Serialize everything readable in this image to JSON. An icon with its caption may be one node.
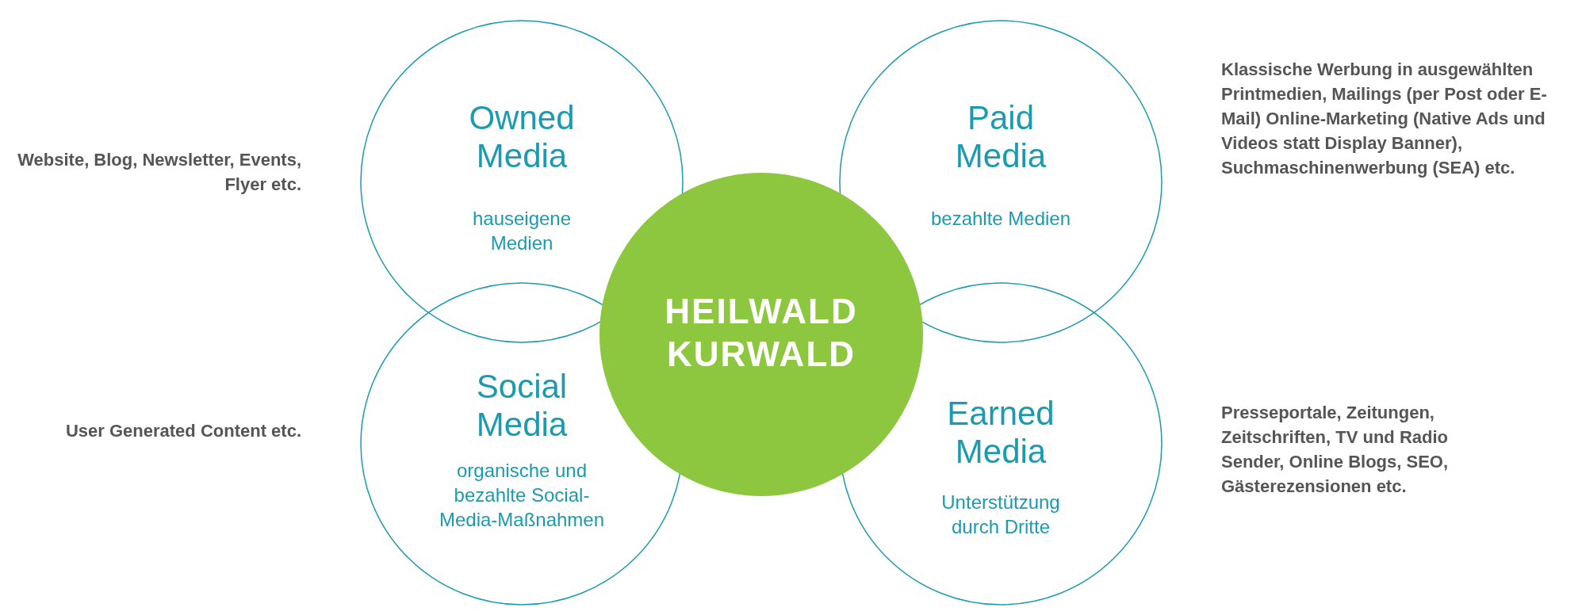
{
  "diagram": {
    "nodes": [
      {
        "text": [
          "Owned Media",
          "hauseigene Medien"
        ],
        "beside": [
          "Website, Blog, Newsletter, Events, Flyer etc."
        ]
      },
      {
        "text": [
          "Paid Media",
          "bezahlte Medien"
        ],
        "beside": [
          "Klassische Werbung in ausgewählten Printmedien, Mailings (per Post oder E-Mail) Online-Marketing (Native Ads und Videos statt Display Banner), Suchmaschinenwerbung (SEA) etc."
        ]
      },
      {
        "text": [
          "HEILWALD KURWALD"
        ]
      },
      {
        "text": [
          "Social Media",
          "organische und bezahlte Social-Media-Maßnahmen"
        ],
        "beside": [
          "User Generated Content etc."
        ]
      },
      {
        "text": [
          "Earned Media",
          "Unterstützung durch Dritte"
        ],
        "beside": [
          "Presseportale, Zeitungen, Zeitschriften, TV und Radio Sender, Online Blogs, SEO, Gästerezensionen etc."
        ]
      }
    ],
    "edges": []
  }
}
